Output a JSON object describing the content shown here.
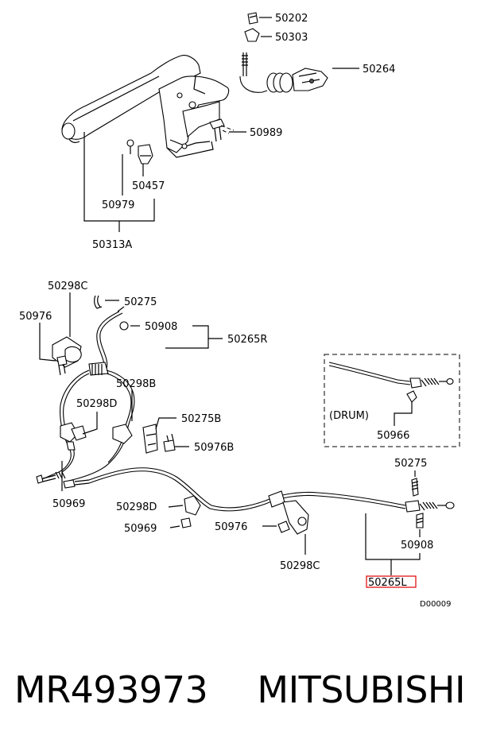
{
  "diagram": {
    "drawing_code": "D00009",
    "highlighted_part": "50265L",
    "highlight_color": "#e00000",
    "labels": {
      "p50202": "50202",
      "p50303": "50303",
      "p50264": "50264",
      "p50989": "50989",
      "p50457": "50457",
      "p50979": "50979",
      "p50313a": "50313A",
      "p50298c_top": "50298C",
      "p50976_left": "50976",
      "p50275_top": "50275",
      "p50908_top": "50908",
      "p50265r": "50265R",
      "p50298b": "50298B",
      "p50298d_top": "50298D",
      "p50275b": "50275B",
      "p50976b": "50976B",
      "p50969_left": "50969",
      "p50298d_mid": "50298D",
      "p50969_mid": "50969",
      "p50976_mid": "50976",
      "p50298c_bottom": "50298C",
      "drum": "(DRUM)",
      "p50966": "50966",
      "p50275_right": "50275",
      "p50908_right": "50908"
    }
  },
  "footer": {
    "part_number": "MR493973",
    "brand": "MITSUBISHI"
  }
}
